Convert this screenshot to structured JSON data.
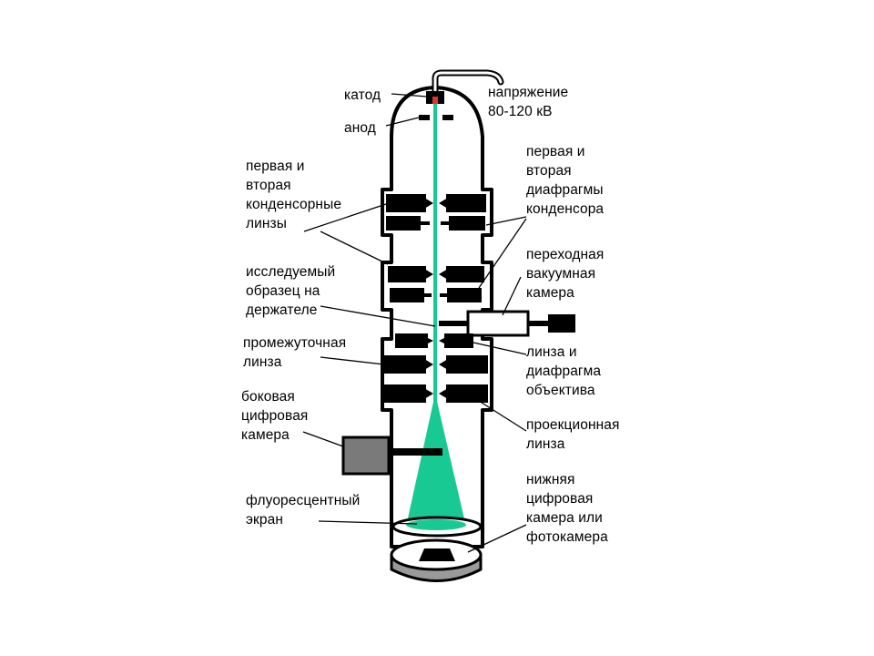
{
  "labels": {
    "cathode": "катод",
    "anode": "анод",
    "voltage": "напряжение\n80-120 кВ",
    "condenser_lenses": "первая  и\nвторая\nконденсорные\nлинзы",
    "condenser_apertures": "первая и\nвторая\nдиафрагмы\nконденсора",
    "specimen": "исследуемый\nобразец на\nдержателе",
    "airlock": "переходная\nвакуумная\nкамера",
    "intermediate_lens": "промежуточная\nлинза",
    "objective": "линза и\nдиафрагма\nобъектива",
    "side_camera": "боковая\nцифровая\nкамера",
    "projector_lens": "проекционная\nлинза",
    "screen": "флуоресцентный\nэкран",
    "bottom_camera": "нижняя\nцифровая\nкамера или\nфотокамера"
  },
  "colors": {
    "beam": "#19c994",
    "outline": "#000000",
    "camera_fill": "#7a7a7a",
    "base_fill": "#9a9a9a",
    "cathode_tip": "#e8322a"
  }
}
